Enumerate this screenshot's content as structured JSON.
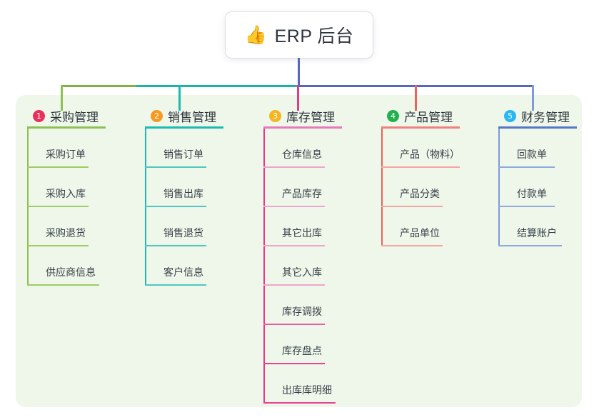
{
  "diagram": {
    "root": {
      "icon": "thumbs-up-emoji",
      "glyph": "👍",
      "title": "ERP 后台"
    },
    "panel_color": "#eef7e9",
    "bus": [
      {
        "name": "bus-segment-green",
        "color": "#7cb342"
      },
      {
        "name": "bus-segment-teal",
        "color": "#19b5a5"
      },
      {
        "name": "bus-segment-purple",
        "color": "#5566c4"
      }
    ],
    "columns": [
      {
        "index": "1",
        "title": "采购管理",
        "badge_color": "#e8315c",
        "line_color": "#8cc152",
        "stem_color": "#8cc152",
        "items": [
          "采购订单",
          "采购入库",
          "采购退货",
          "供应商信息"
        ]
      },
      {
        "index": "2",
        "title": "销售管理",
        "badge_color": "#f59a23",
        "line_color": "#1abcb0",
        "stem_color": "#1abcb0",
        "items": [
          "销售订单",
          "销售出库",
          "销售退货",
          "客户信息"
        ]
      },
      {
        "index": "3",
        "title": "库存管理",
        "badge_color": "#f5b523",
        "line_color": "#e979b8",
        "stem_color": "#e8388a",
        "items": [
          "仓库信息",
          "产品库存",
          "其它出库",
          "其它入库",
          "库存调拨",
          "库存盘点",
          "出库库明细"
        ]
      },
      {
        "index": "4",
        "title": "产品管理",
        "badge_color": "#22b14c",
        "line_color": "#f0807c",
        "stem_color": "#f0605c",
        "items": [
          "产品（物料）",
          "产品分类",
          "产品单位"
        ]
      },
      {
        "index": "5",
        "title": "财务管理",
        "badge_color": "#29b6f6",
        "line_color": "#5577c8",
        "stem_color": "#7e9ada",
        "items": [
          "回款单",
          "付款单",
          "结算账户"
        ]
      }
    ]
  }
}
